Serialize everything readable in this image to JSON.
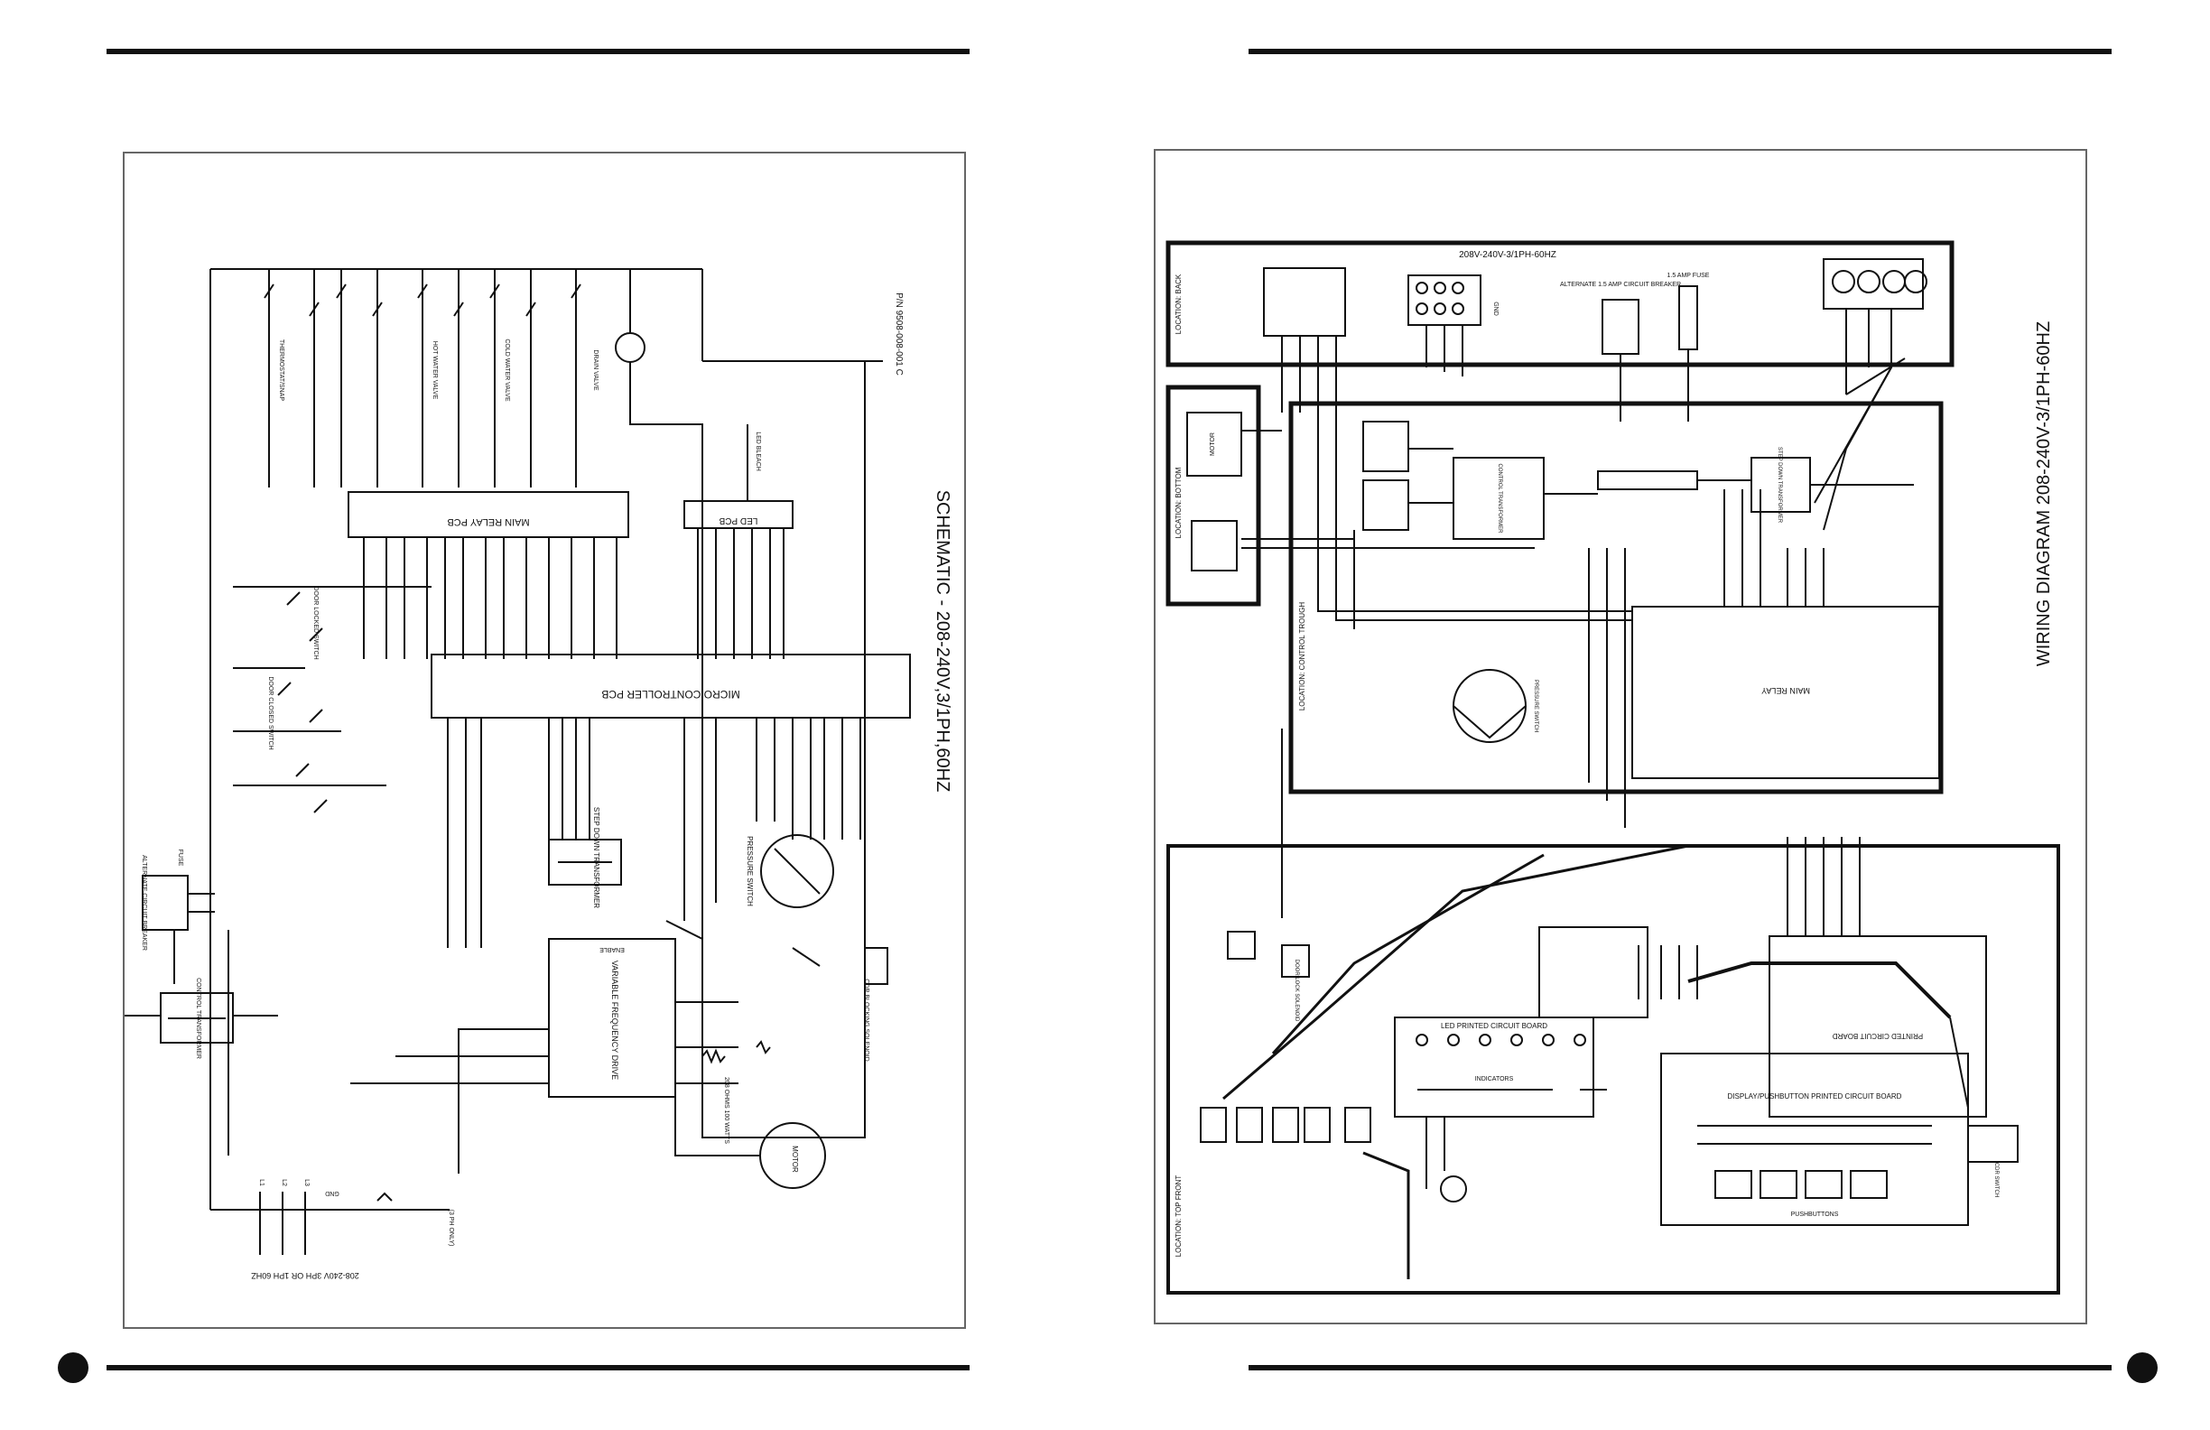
{
  "left_page": {
    "schematic_title": "SCHEMATIC - 208-240V,3/1PH,60HZ",
    "part_number": "P/N 9508-008-001 C",
    "voltage_note": "208-240V 3PH OR 1PH 60HZ",
    "boards": {
      "main_relay": "MAIN RELAY PCB",
      "led_pcb": "LED PCB",
      "micro_controller": "MICRO CONTROLLER PCB",
      "vfd": "VARIABLE FREQUENCY DRIVE",
      "step_down": "STEP DOWN TRANSFORMER",
      "control_transformer": "CONTROL TRANSFORMER"
    },
    "components": {
      "motor": "MOTOR",
      "pressure_switch": "PRESSURE SWITCH",
      "fuse": "FUSE",
      "circuit_breaker": "ALTERNATE CIRCUIT BREAKER",
      "cdr_solenoid": "CDR BLOCKING SOLENOID",
      "brake": "208 OHMS 100 WATTS",
      "door_closed": "DOOR CLOSED SWITCH",
      "door_locked": "DOOR LOCKED SWITCH",
      "thermostat": "THERMOSTAT/SNAP",
      "hot_water": "HOT WATER VALVE",
      "cold_water": "COLD WATER VALVE",
      "drain": "DRAIN VALVE",
      "led_bleach": "LED BLEACH",
      "gnd": "GND",
      "three_ph": "(3 PH ONLY)",
      "enable": "ENABLE"
    },
    "power_labels": [
      "L1",
      "L2",
      "L3"
    ]
  },
  "right_page": {
    "wiring_title": "WIRING DIAGRAM 208-240V-3/1PH-60HZ",
    "supply_label": "208V-240V-3/1PH-60HZ",
    "locations": {
      "back": "LOCATION: BACK",
      "bottom": "LOCATION: BOTTOM",
      "control_trough": "LOCATION: CONTROL TROUGH",
      "top_front": "LOCATION: TOP FRONT"
    },
    "boards": {
      "main_relay": "MAIN RELAY",
      "micro_controller": "PRINTED CIRCUIT BOARD",
      "led_board": "LED PRINTED CIRCUIT BOARD",
      "display_board": "DISPLAY/PUSHBUTTON PRINTED CIRCUIT BOARD",
      "indicators": "INDICATORS",
      "pushbuttons": "PUSHBUTTONS",
      "step_down": "STEP DOWN TRANSFORMER",
      "control": "CONTROL TRANSFORMER"
    },
    "components": {
      "breaker": "ALTERNATE 1.5 AMP CIRCUIT BREAKER",
      "fuse": "1.5 AMP FUSE",
      "motor": "MOTOR",
      "pressure": "PRESSURE SWITCH",
      "door_lock": "DOOR LOCK SOLENOID",
      "cdr_switch": "CDR SWITCH",
      "gnd": "GND"
    }
  }
}
